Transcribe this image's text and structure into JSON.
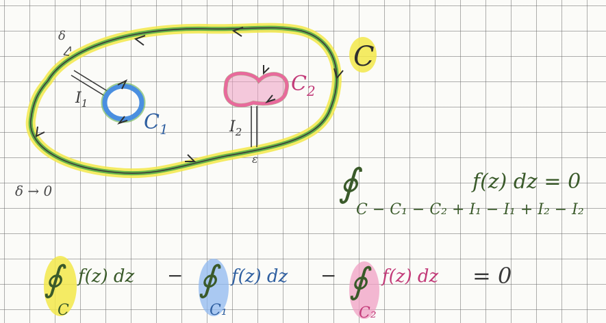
{
  "labels": {
    "contour_main": "C",
    "contour_1": "C",
    "contour_1_sub": "1",
    "contour_2": "C",
    "contour_2_sub": "2",
    "cut_1": "I",
    "cut_1_sub": "1",
    "cut_2": "I",
    "cut_2_sub": "2",
    "gap_width": "δ",
    "limit": "δ → 0",
    "gap_label": "ε"
  },
  "equation_top": {
    "integral_sign": "∮",
    "subscript": "C − C₁ − C₂ + I₁ − I₁ + I₂ − I₂",
    "integrand": "f(z) dz = 0"
  },
  "equation_bottom": {
    "term1_sign": "∮",
    "term1_sub": "C",
    "term1_integrand": "f(z) dz",
    "minus1": "−",
    "term2_sign": "∮",
    "term2_sub": "C₁",
    "term2_integrand": "f(z) dz",
    "minus2": "−",
    "term3_sign": "∮",
    "term3_sub": "C₂",
    "term3_integrand": "f(z) dz",
    "equals_zero": "= 0"
  },
  "colors": {
    "outer_highlight": "#f2e84a",
    "outer_green": "#66b24a",
    "c1_blue": "#4a8fe0",
    "c2_pink": "#e86a9c",
    "c2_green": "#66b24a",
    "ink": "#3a3a3a",
    "eq_yellow": "#f2e84a",
    "eq_blue": "#8fb8f0",
    "eq_pink": "#f0a0c4",
    "eq_ink_green": "#3a5a2a"
  }
}
